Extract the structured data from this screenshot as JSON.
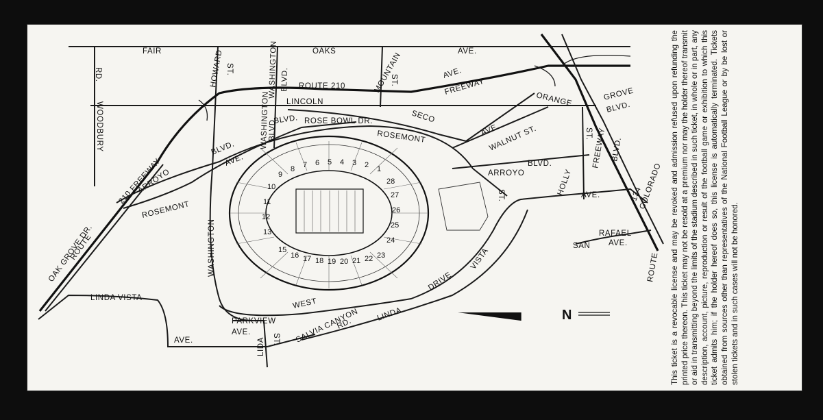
{
  "ticket_back": {
    "license_text": "This ticket is a revocable license and may be revoked and admission refused upon refunding the printed price thereon. This ticket may not be resold at a premium nor may the holder thereof transmit or aid in transmitting beyond the limits of the stadium described in such ticket, in whole or in part, any description, account, picture, reproduction or result of the football game or exhibition to which this ticket admits him; if the holder hereof does so, this license is automatically terminated. Tickets obtained from sources other than representatives of the National Football League or by be lost or stolen tickets and in such cases will not be honored."
  },
  "map": {
    "compass": "N",
    "streets": {
      "fair": "FAIR",
      "oaks": "OAKS",
      "ave_fair_oaks": "AVE.",
      "rd": "RD.",
      "woodbury": "WOODBURY",
      "howard": "HOWARD",
      "howard_st": "ST.",
      "washington_top": "WASHINGTON",
      "blvd_top": "BLVD.",
      "mountain": "MOUNTAIN",
      "mountain_st": "ST.",
      "route210_top": "ROUTE  210",
      "ave_top": "AVE.",
      "freeway_top": "FREEWAY",
      "lincoln": "LINCOLN",
      "orange": "ORANGE",
      "grove": "GROVE",
      "blvd_grove": "BLVD.",
      "blvd_small": "BLVD.",
      "rose_bowl_dr": "ROSE BOWL DR.",
      "seco": "SECO",
      "ave_seco": "AVE.",
      "walnut": "WALNUT ST.",
      "rosemont_top": "ROSEMONT",
      "washington_blvd_vert": "WASHINGTON",
      "blvd_vert": "BLVD.",
      "freeway_210": "210   FREEWAY",
      "arroyo_left": "ARROYO",
      "blvd_left": "BLVD.",
      "ave_left": "AVE.",
      "arroyo_right": "ARROYO",
      "blvd_right": "BLVD.",
      "st_arroyo": "ST.",
      "holly": "HOLLY",
      "holly_st": "ST.",
      "freeway_134": "FREEWAY",
      "n134": "134",
      "colorado": "COLORADO",
      "ave_holly": "AVE.",
      "blvd_colorado": "BLVD.",
      "rafael": "RAFAEL",
      "san": "SAN",
      "ave_rafael": "AVE.",
      "route_right": "ROUTE",
      "rosemont_left": "ROSEMONT",
      "washington_lower": "WASHINGTON",
      "oak_grove": "OAK  GROVE  DR.",
      "route_left": "ROUTE",
      "linda_vista": "LINDA VISTA",
      "ave_linda": "AVE.",
      "parkview": "PARKVIEW",
      "ave_parkview": "AVE.",
      "lida": "LIDA",
      "lida_st": "ST.",
      "salvia": "SALVIA CANYON",
      "salvia_rd": "RD.",
      "west": "WEST",
      "linda_lower": "LINDA",
      "drive": "DRIVE",
      "vista_lower": "VISTA"
    },
    "sections_top": [
      "9",
      "8",
      "7",
      "6",
      "5",
      "4",
      "3",
      "2",
      "1"
    ],
    "sections_left": [
      "10",
      "11",
      "12",
      "13"
    ],
    "sections_bottom": [
      "15",
      "16",
      "17",
      "18",
      "19",
      "20",
      "21",
      "22",
      "23"
    ],
    "sections_right": [
      "28",
      "27",
      "26",
      "25",
      "24"
    ]
  }
}
